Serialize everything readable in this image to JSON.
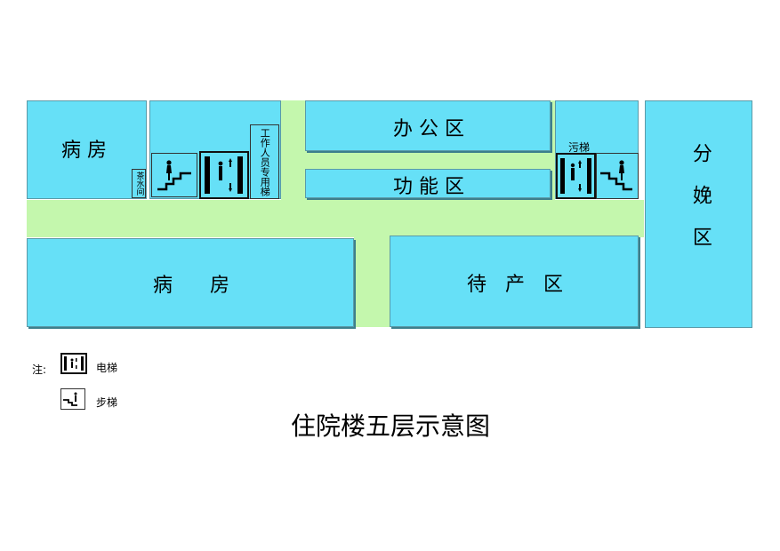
{
  "rooms": {
    "ward_top": "病 房",
    "tea_room": "茶水间",
    "staff_elevator": "工作人员专用梯",
    "office": "办 公 区",
    "function": "功 能 区",
    "dirty_elevator": "污梯",
    "delivery": "分 娩 区",
    "ward_bottom": "病      房",
    "waiting": "待   产   区"
  },
  "legend": {
    "note": "注:",
    "elevator": "电梯",
    "stairs": "步梯"
  },
  "title": "住院楼五层示意图",
  "colors": {
    "room": "#66e0f7",
    "corridor": "#c4f7ad",
    "border": "#5a9aa8"
  },
  "icons": [
    "elevator-icon",
    "stairs-icon"
  ]
}
